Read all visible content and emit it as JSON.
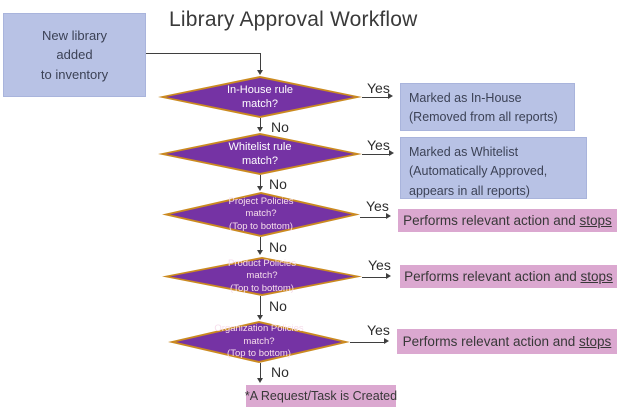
{
  "title": "Library Approval Workflow",
  "start": {
    "line1": "New library",
    "line2": "added",
    "line3": "to inventory"
  },
  "edge_labels": {
    "yes": "Yes",
    "no": "No"
  },
  "decisions": [
    {
      "line1": "In-House rule",
      "line2": "match?"
    },
    {
      "line1": "Whitelist rule",
      "line2": "match?"
    },
    {
      "line1": "Project Policies",
      "line2": "match?",
      "line3": "(Top to bottom)"
    },
    {
      "line1": "Product Policies",
      "line2": "match?",
      "line3": "(Top to bottom)"
    },
    {
      "line1": "Organization Policies",
      "line2": "match?",
      "line3": "(Top to bottom)"
    }
  ],
  "outcomes": {
    "in_house": {
      "line1": "Marked as In-House",
      "line2": "(Removed from all reports)"
    },
    "whitelist": {
      "line1": "Marked as Whitelist",
      "line2": "(Automatically Approved,",
      "line3": "appears in all reports)"
    },
    "policy_action": {
      "prefix": "Performs relevant action and",
      "emphasis": "stops"
    }
  },
  "terminal": {
    "label": "*A Request/Task is Created"
  },
  "colors": {
    "diamond_fill": "#7533a4",
    "diamond_border": "#cb8a20",
    "info_box_fill": "#b8c2e5",
    "action_box_fill": "#dba8d0",
    "connector": "#3f3f3f"
  }
}
